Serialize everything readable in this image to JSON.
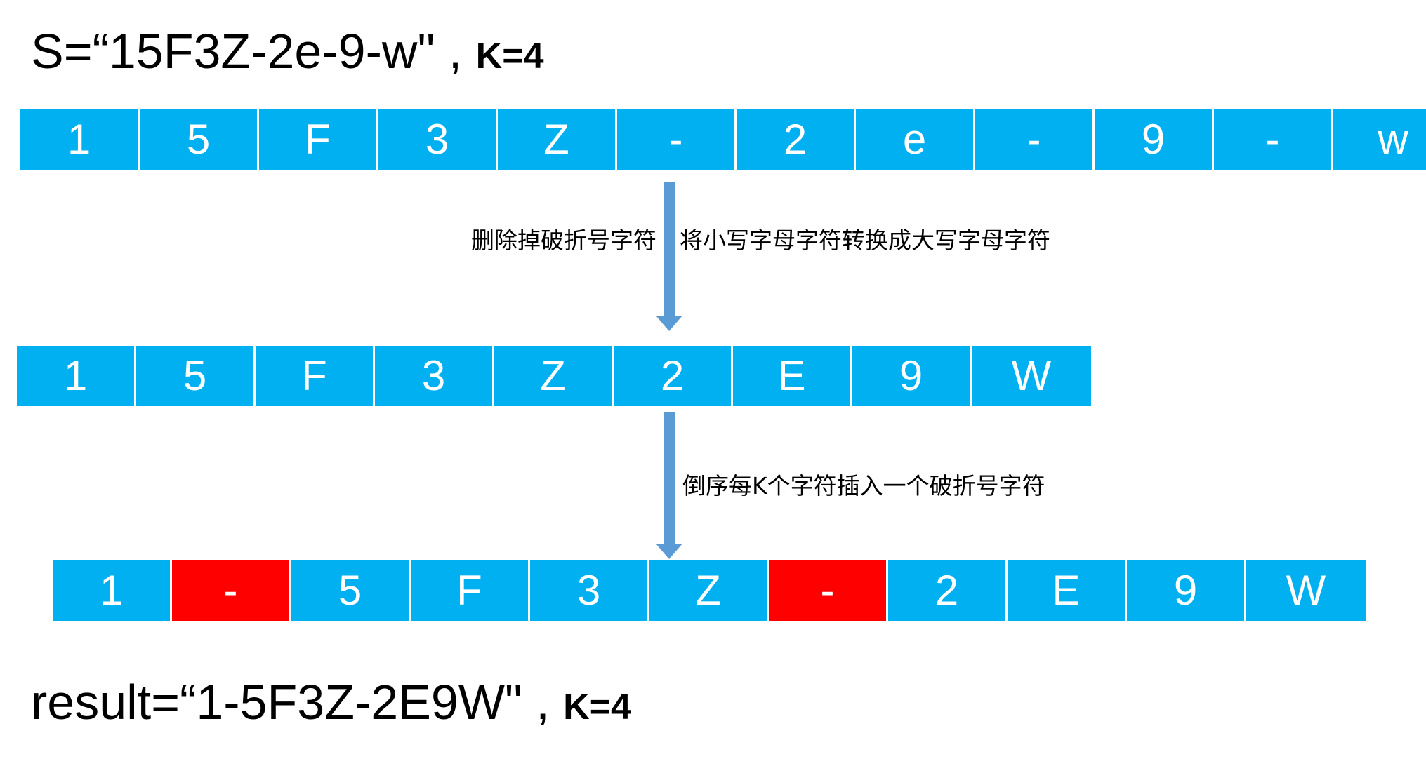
{
  "input_heading": {
    "main": "S=“15F3Z-2e-9-w\" ,",
    "k": "K=4"
  },
  "result_heading": {
    "main": "result=“1-5F3Z-2E9W\" ,",
    "k": "K=4"
  },
  "colors": {
    "cell": "#00b0f0",
    "dash_cell": "#ff0000",
    "arrow": "#5b9bd5"
  },
  "input_row": [
    "1",
    "5",
    "F",
    "3",
    "Z",
    "-",
    "2",
    "e",
    "-",
    "9",
    "-",
    "w"
  ],
  "clean_row": [
    "1",
    "5",
    "F",
    "3",
    "Z",
    "2",
    "E",
    "9",
    "W"
  ],
  "result_row": [
    {
      "char": "1",
      "inserted": false
    },
    {
      "char": "-",
      "inserted": true
    },
    {
      "char": "5",
      "inserted": false
    },
    {
      "char": "F",
      "inserted": false
    },
    {
      "char": "3",
      "inserted": false
    },
    {
      "char": "Z",
      "inserted": false
    },
    {
      "char": "-",
      "inserted": true
    },
    {
      "char": "2",
      "inserted": false
    },
    {
      "char": "E",
      "inserted": false
    },
    {
      "char": "9",
      "inserted": false
    },
    {
      "char": "W",
      "inserted": false
    }
  ],
  "step_labels": {
    "remove_dashes": "删除掉破折号字符",
    "to_uppercase": "将小写字母字符转换成大写字母字符",
    "insert_dashes": "倒序每K个字符插入一个破折号字符"
  }
}
